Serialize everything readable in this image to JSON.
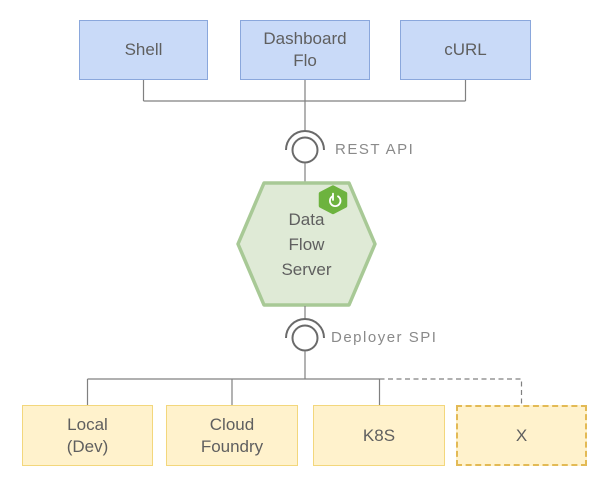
{
  "diagram": {
    "clients": [
      {
        "id": "shell",
        "lines": [
          "Shell"
        ]
      },
      {
        "id": "dashboard-flo",
        "lines": [
          "Dashboard",
          "Flo"
        ]
      },
      {
        "id": "curl",
        "lines": [
          "cURL"
        ]
      }
    ],
    "interfaces": {
      "rest_api": {
        "label": "REST API"
      },
      "deployer_spi": {
        "label": "Deployer SPI"
      }
    },
    "server": {
      "lines": [
        "Data",
        "Flow",
        "Server"
      ],
      "badge": "spring-boot-logo"
    },
    "deployers": [
      {
        "id": "local-dev",
        "lines": [
          "Local",
          "(Dev)"
        ],
        "border": "solid"
      },
      {
        "id": "cloud-foundry",
        "lines": [
          "Cloud",
          "Foundry"
        ],
        "border": "solid"
      },
      {
        "id": "k8s",
        "lines": [
          "K8S"
        ],
        "border": "solid"
      },
      {
        "id": "x",
        "lines": [
          "X"
        ],
        "border": "dashed"
      }
    ],
    "colors": {
      "client_fill": "#c9daf8",
      "client_border": "#8aa7dc",
      "server_fill": "#dfead6",
      "server_border": "#a8c996",
      "deployer_fill": "#fff2cc",
      "deployer_border": "#f3d77c",
      "deployer_dashed_border": "#e3ba55",
      "connector_line": "#808080",
      "interface_stroke": "#6a6a6a",
      "node_text": "#5f5f5f",
      "interface_text": "#8a8a8a",
      "spring_green": "#6db33f"
    }
  }
}
